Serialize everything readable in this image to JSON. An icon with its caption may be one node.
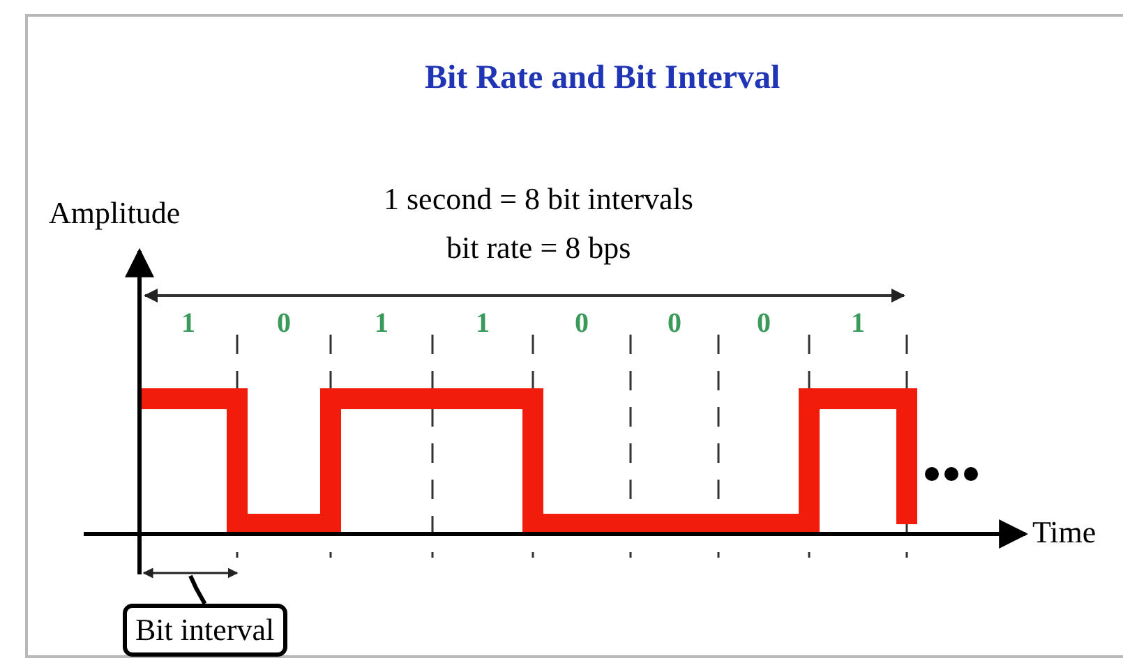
{
  "diagram": {
    "title": "Bit Rate and Bit Interval",
    "nodes": [
      {
        "text": [
          "Bit interval"
        ]
      },
      {
        "text": [],
        "shape": "arrow"
      }
    ],
    "edges": [
      {
        "from": 0,
        "to": 1,
        "arrow": "none"
      }
    ],
    "labels": [
      "Amplitude",
      "1 second = 8 bit intervals",
      "bit rate = 8 bps",
      "1",
      "0",
      "1",
      "1",
      "0",
      "0",
      "0",
      "1",
      "Time"
    ]
  }
}
